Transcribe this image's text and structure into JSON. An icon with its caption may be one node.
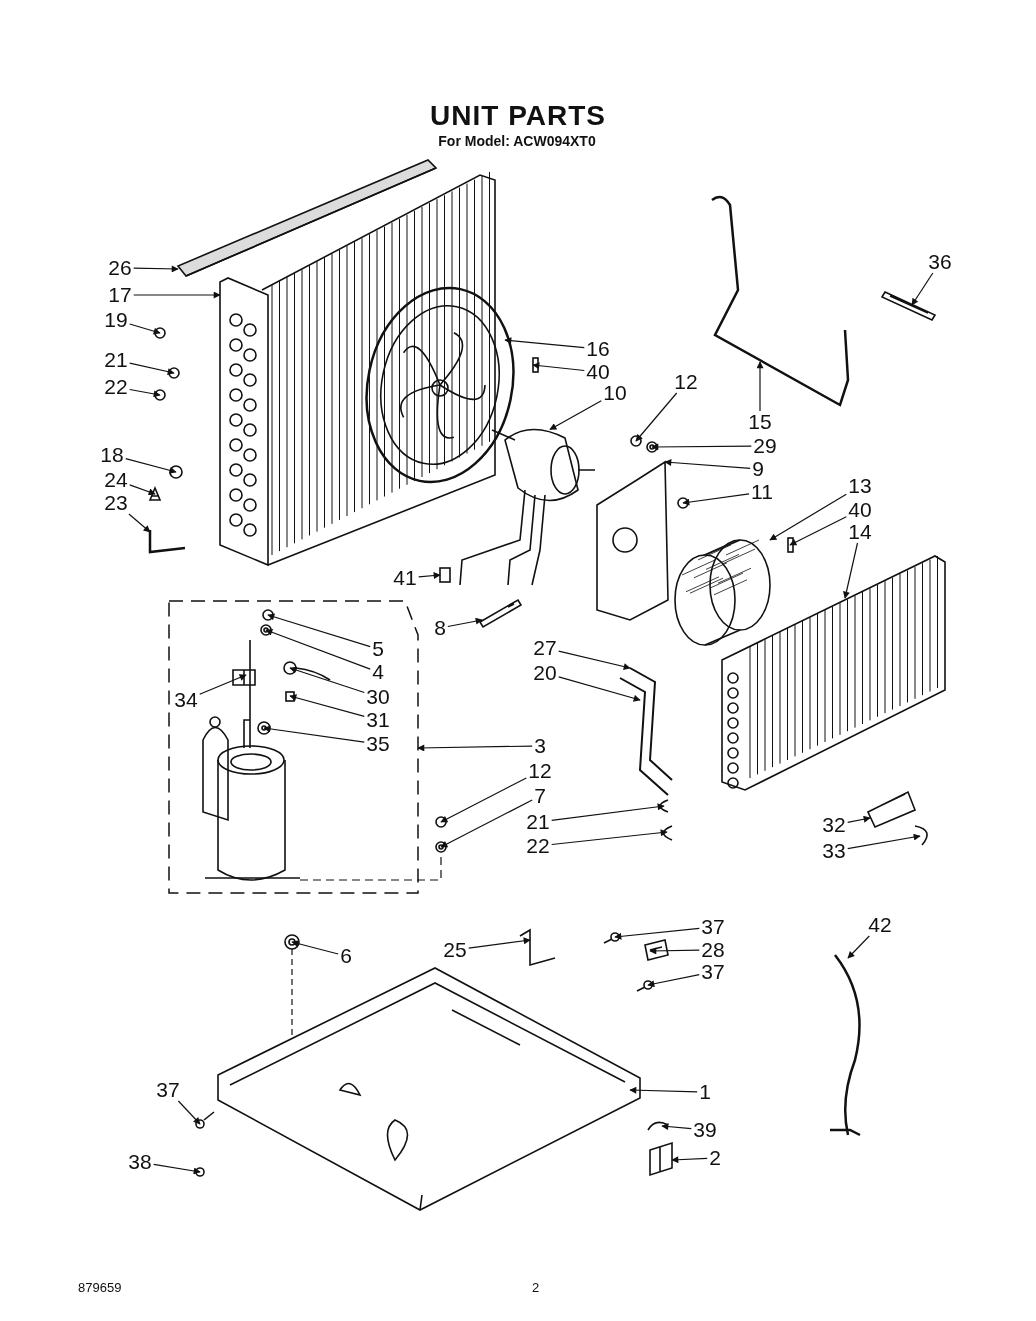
{
  "diagram": {
    "title": "UNIT PARTS",
    "nodes": [
      {
        "text": [],
        "shape": "box"
      },
      {
        "text": [
          "26"
        ]
      },
      {
        "text": [
          "36"
        ]
      },
      {
        "text": [
          "17"
        ]
      },
      {
        "text": [
          "19"
        ]
      },
      {
        "text": [
          "16"
        ]
      },
      {
        "text": [
          "21"
        ]
      },
      {
        "text": [
          "40"
        ]
      },
      {
        "text": [
          "12"
        ]
      },
      {
        "text": [
          "15"
        ]
      },
      {
        "text": [
          "22"
        ]
      },
      {
        "text": [
          "10"
        ]
      },
      {
        "text": [
          "29"
        ]
      },
      {
        "text": [
          "9"
        ]
      },
      {
        "text": [
          "18"
        ]
      },
      {
        "text": [
          "11"
        ]
      },
      {
        "text": [
          "24"
        ]
      },
      {
        "text": [
          "13"
        ]
      },
      {
        "text": [
          "23"
        ]
      },
      {
        "text": [
          "40"
        ]
      },
      {
        "text": [
          "41"
        ]
      },
      {
        "text": [
          "14"
        ]
      },
      {
        "text": [
          "8"
        ]
      },
      {
        "text": [
          "5"
        ],
        "in": 0
      },
      {
        "text": [
          "4"
        ],
        "in": 0
      },
      {
        "text": [
          "27"
        ]
      },
      {
        "text": [
          "20"
        ]
      },
      {
        "text": [
          "34"
        ],
        "in": 0
      },
      {
        "text": [
          "30"
        ],
        "in": 0
      },
      {
        "text": [
          "31"
        ],
        "in": 0
      },
      {
        "text": [
          "35"
        ],
        "in": 0
      },
      {
        "text": [
          "3"
        ]
      },
      {
        "text": [
          "12"
        ]
      },
      {
        "text": [
          "7"
        ]
      },
      {
        "text": [
          "21"
        ]
      },
      {
        "text": [
          "32"
        ]
      },
      {
        "text": [
          "22"
        ]
      },
      {
        "text": [
          "33"
        ]
      },
      {
        "text": [
          "42"
        ]
      },
      {
        "text": [
          "37"
        ]
      },
      {
        "text": [
          "25"
        ]
      },
      {
        "text": [
          "6"
        ]
      },
      {
        "text": [
          "28"
        ]
      },
      {
        "text": [
          "37"
        ]
      },
      {
        "text": [
          "1"
        ]
      },
      {
        "text": [
          "37"
        ]
      },
      {
        "text": [
          "39"
        ]
      },
      {
        "text": [
          "38"
        ]
      },
      {
        "text": [
          "2"
        ]
      },
      {
        "text": [],
        "shape": "picture"
      },
      {
        "text": [],
        "shape": "picture"
      },
      {
        "text": [],
        "shape": "picture"
      },
      {
        "text": [],
        "shape": "circle"
      },
      {
        "text": [],
        "shape": "picture"
      },
      {
        "text": [],
        "shape": "circle"
      },
      {
        "text": [],
        "shape": "box"
      },
      {
        "text": [],
        "shape": "circle"
      },
      {
        "text": [],
        "shape": "picture"
      },
      {
        "text": [],
        "shape": "circle"
      },
      {
        "text": [],
        "shape": "picture"
      },
      {
        "text": [],
        "shape": "picture"
      },
      {
        "text": [],
        "shape": "picture"
      },
      {
        "text": [],
        "shape": "circle"
      },
      {
        "text": [],
        "shape": "circle"
      },
      {
        "text": [],
        "shape": "picture"
      },
      {
        "text": [],
        "shape": "picture"
      },
      {
        "text": [],
        "shape": "picture"
      },
      {
        "text": [],
        "shape": "box"
      },
      {
        "text": [],
        "shape": "box"
      },
      {
        "text": [],
        "shape": "picture"
      },
      {
        "text": [],
        "shape": "picture"
      },
      {
        "text": [],
        "shape": "circle",
        "in": 0
      },
      {
        "text": [],
        "shape": "picture",
        "in": 0
      },
      {
        "text": [],
        "shape": "picture"
      },
      {
        "text": [],
        "shape": "picture"
      },
      {
        "text": [],
        "shape": "picture",
        "in": 0
      },
      {
        "text": [],
        "shape": "picture",
        "in": 0
      },
      {
        "text": [],
        "shape": "box",
        "in": 0
      },
      {
        "text": [],
        "shape": "picture",
        "in": 0
      },
      {
        "text": [],
        "shape": "circle"
      },
      {
        "text": [],
        "shape": "picture"
      },
      {
        "text": [],
        "shape": "picture"
      },
      {
        "text": [],
        "shape": "picture"
      },
      {
        "text": [],
        "shape": "picture"
      },
      {
        "text": [],
        "shape": "picture"
      },
      {
        "text": [],
        "shape": "picture"
      },
      {
        "text": [],
        "shape": "picture"
      },
      {
        "text": [],
        "shape": "picture"
      },
      {
        "text": [],
        "shape": "picture"
      },
      {
        "text": [],
        "shape": "picture"
      },
      {
        "text": [],
        "shape": "picture"
      },
      {
        "text": [],
        "shape": "picture"
      },
      {
        "text": [],
        "shape": "picture"
      },
      {
        "text": [],
        "shape": "picture"
      },
      {
        "text": [],
        "shape": "circle"
      },
      {
        "text": [],
        "shape": "picture"
      }
    ],
    "edges": [
      {
        "from": 1,
        "to": 49,
        "arrow": "to"
      },
      {
        "from": 2,
        "to": 50,
        "arrow": "to"
      },
      {
        "from": 3,
        "to": 51,
        "arrow": "to"
      },
      {
        "from": 4,
        "to": 52,
        "arrow": "to"
      },
      {
        "from": 5,
        "to": 53,
        "arrow": "to"
      },
      {
        "from": 6,
        "to": 54,
        "arrow": "to"
      },
      {
        "from": 7,
        "to": 55,
        "arrow": "to"
      },
      {
        "from": 8,
        "to": 56,
        "arrow": "to"
      },
      {
        "from": 9,
        "to": 57,
        "arrow": "to"
      },
      {
        "from": 10,
        "to": 58,
        "arrow": "to"
      },
      {
        "from": 11,
        "to": 59,
        "arrow": "to"
      },
      {
        "from": 12,
        "to": 60,
        "arrow": "to"
      },
      {
        "from": 13,
        "to": 61,
        "arrow": "to"
      },
      {
        "from": 14,
        "to": 62,
        "arrow": "to"
      },
      {
        "from": 15,
        "to": 63,
        "arrow": "to"
      },
      {
        "from": 16,
        "to": 64,
        "arrow": "to"
      },
      {
        "from": 17,
        "to": 65,
        "arrow": "to"
      },
      {
        "from": 18,
        "to": 66,
        "arrow": "to"
      },
      {
        "from": 19,
        "to": 67,
        "arrow": "to"
      },
      {
        "from": 20,
        "to": 68,
        "arrow": "to"
      },
      {
        "from": 21,
        "to": 69,
        "arrow": "to"
      },
      {
        "from": 22,
        "to": 70,
        "arrow": "to"
      },
      {
        "from": 23,
        "to": 71,
        "arrow": "to"
      },
      {
        "from": 24,
        "to": 72,
        "arrow": "to"
      },
      {
        "from": 25,
        "to": 73,
        "arrow": "to"
      },
      {
        "from": 26,
        "to": 74,
        "arrow": "to"
      },
      {
        "from": 27,
        "to": 75,
        "arrow": "to"
      },
      {
        "from": 28,
        "to": 76,
        "arrow": "to"
      },
      {
        "from": 29,
        "to": 77,
        "arrow": "to"
      },
      {
        "from": 30,
        "to": 78,
        "arrow": "to"
      },
      {
        "from": 31,
        "to": 0,
        "arrow": "to"
      },
      {
        "from": 32,
        "to": 79,
        "arrow": "to"
      },
      {
        "from": 33,
        "to": 80,
        "arrow": "to"
      },
      {
        "from": 34,
        "to": 81,
        "arrow": "to"
      },
      {
        "from": 35,
        "to": 82,
        "arrow": "to"
      },
      {
        "from": 36,
        "to": 83,
        "arrow": "to"
      },
      {
        "from": 37,
        "to": 84,
        "arrow": "to"
      },
      {
        "from": 38,
        "to": 85,
        "arrow": "to"
      },
      {
        "from": 39,
        "to": 86,
        "arrow": "to"
      },
      {
        "from": 40,
        "to": 87,
        "arrow": "to"
      },
      {
        "from": 41,
        "to": 88,
        "arrow": "to"
      },
      {
        "from": 42,
        "to": 89,
        "arrow": "to"
      },
      {
        "from": 43,
        "to": 90,
        "arrow": "to"
      },
      {
        "from": 44,
        "to": 91,
        "arrow": "to"
      },
      {
        "from": 45,
        "to": 92,
        "arrow": "to"
      },
      {
        "from": 46,
        "to": 93,
        "arrow": "to"
      },
      {
        "from": 47,
        "to": 94,
        "arrow": "to"
      },
      {
        "from": 48,
        "to": 95,
        "arrow": "to"
      },
      {
        "from": 88,
        "to": 91,
        "arrow": "none",
        "style": "dashed"
      }
    ],
    "labels": [
      "For Model: ACW094XT0",
      "879659",
      "2"
    ]
  }
}
